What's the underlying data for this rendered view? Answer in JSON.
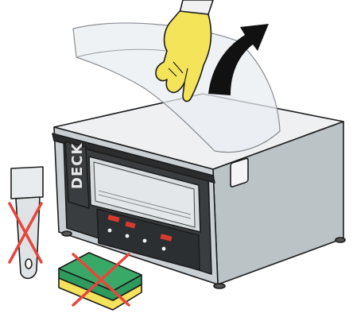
{
  "oven": {
    "brand_label": "DECK"
  },
  "prohibited_tools": [
    {
      "name": "scraper",
      "status": "not-allowed"
    },
    {
      "name": "abrasive-sponge",
      "status": "not-allowed"
    }
  ],
  "instruction": {
    "action": "peel-protective-film",
    "arrow_direction": "up-and-back"
  },
  "colors": {
    "glove": "#f4e45a",
    "prohibit_cross": "#e8463c",
    "sponge_top": "#2e9a5c",
    "sponge_bottom": "#f4e15c",
    "film": "#e9edf1",
    "arrow": "#111111",
    "oven_body": "#cdd3d6",
    "control_red": "#d93a2f"
  }
}
